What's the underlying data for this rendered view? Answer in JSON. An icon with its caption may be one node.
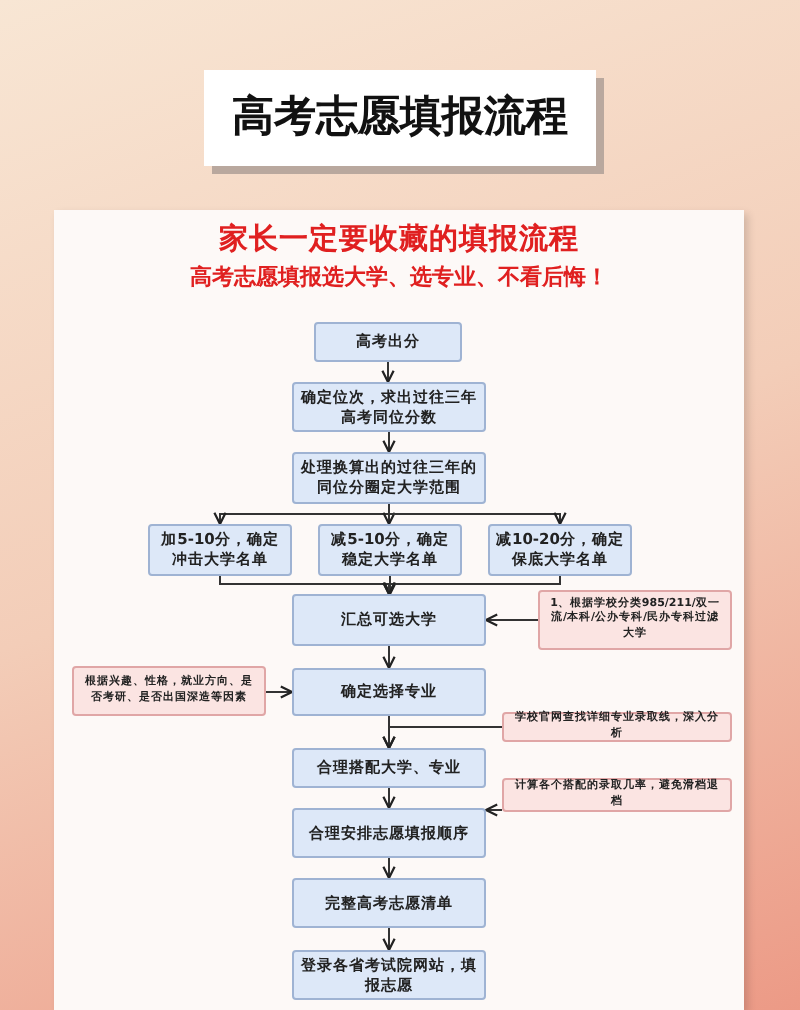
{
  "diagram": {
    "title": "高考志愿填报流程",
    "nodes": [
      {
        "text": [
          "高考出分"
        ]
      },
      {
        "text": [
          "确定位次，求出过往三年高考同位分数"
        ]
      },
      {
        "text": [
          "处理换算出的过往三年的同位分圈定大学范围"
        ]
      },
      {
        "text": [
          "加5-10分，确定**冲击**大学名单"
        ]
      },
      {
        "text": [
          "减5-10分，确定**稳定**大学名单"
        ]
      },
      {
        "text": [
          "减10-20分，确定**保底**大学名单"
        ]
      },
      {
        "text": [
          "汇总可选大学"
        ]
      },
      {
        "text": [
          "1、根据学校分类985/211/双一流/本科/公办专科/民办专科过滤大学"
        ]
      },
      {
        "text": [
          "确定选择专业"
        ]
      },
      {
        "text": [
          "根据兴趣、性格，就业方向、是否考研、是否出国深造等因素"
        ]
      },
      {
        "text": [
          "学校官网查找详细专业录取线，深入分析"
        ]
      },
      {
        "text": [
          "合理搭配大学、专业"
        ]
      },
      {
        "text": [
          "计算各个搭配的录取几率，避免滑档退档"
        ]
      },
      {
        "text": [
          "合理安排志愿填报顺序"
        ]
      },
      {
        "text": [
          "完整高考志愿清单"
        ]
      },
      {
        "text": [
          "登录各省考试院网站，填报志愿"
        ]
      }
    ],
    "edges": [
      {
        "from": 0,
        "to": 1,
        "arrow": "to"
      },
      {
        "from": 1,
        "to": 2,
        "arrow": "to"
      },
      {
        "from": 2,
        "to": 3,
        "arrow": "to"
      },
      {
        "from": 2,
        "to": 4,
        "arrow": "to"
      },
      {
        "from": 2,
        "to": 5,
        "arrow": "to"
      },
      {
        "from": 3,
        "to": 6,
        "arrow": "to"
      },
      {
        "from": 4,
        "to": 6,
        "arrow": "to"
      },
      {
        "from": 5,
        "to": 6,
        "arrow": "to"
      },
      {
        "from": 7,
        "to": 6,
        "arrow": "to"
      },
      {
        "from": 6,
        "to": 8,
        "arrow": "to"
      },
      {
        "from": 9,
        "to": 8,
        "arrow": "to"
      },
      {
        "from": 8,
        "to": 11,
        "arrow": "to"
      },
      {
        "from": 10,
        "to": 11,
        "arrow": "to"
      },
      {
        "from": 11,
        "to": 13,
        "arrow": "to"
      },
      {
        "from": 12,
        "to": 13,
        "arrow": "to"
      },
      {
        "from": 13,
        "to": 14,
        "arrow": "to"
      },
      {
        "from": 14,
        "to": 15,
        "arrow": "to"
      }
    ],
    "labels": [
      "家长一定要收藏的填报流程",
      "高考志愿填报选大学、选专业、不看后悔！"
    ]
  }
}
